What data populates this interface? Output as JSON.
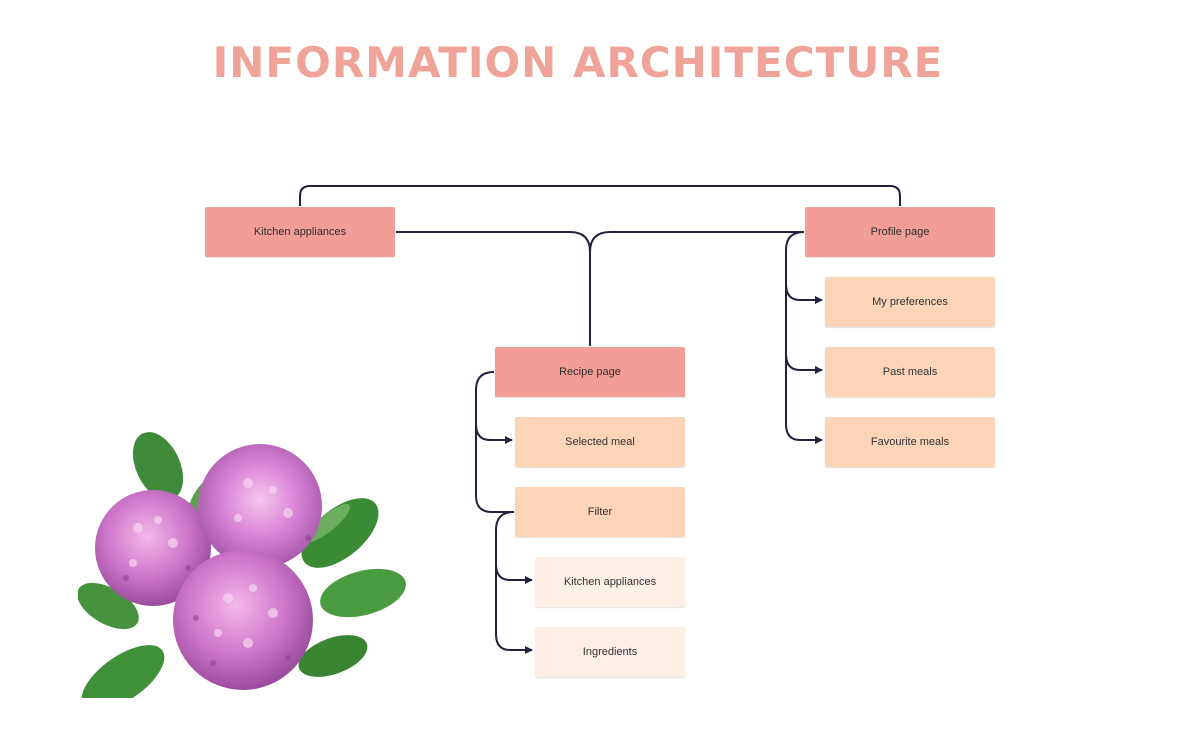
{
  "title": "INFORMATION ARCHITECTURE",
  "colors": {
    "title": "#f0a398",
    "level1": "#f29e96",
    "level2": "#fcd5b8",
    "level3": "#fdeee6",
    "connector": "#22223f"
  },
  "nodes": {
    "kitchen_appliances_main": "Kitchen appliances",
    "profile_page": "Profile page",
    "recipe_page": "Recipe page",
    "my_preferences": "My preferences",
    "past_meals": "Past meals",
    "favourite_meals": "Favourite meals",
    "selected_meal": "Selected meal",
    "filter": "Filter",
    "filter_kitchen_appliances": "Kitchen appliances",
    "ingredients": "Ingredients"
  },
  "decoration": {
    "image": "clover-flower-bouquet"
  }
}
